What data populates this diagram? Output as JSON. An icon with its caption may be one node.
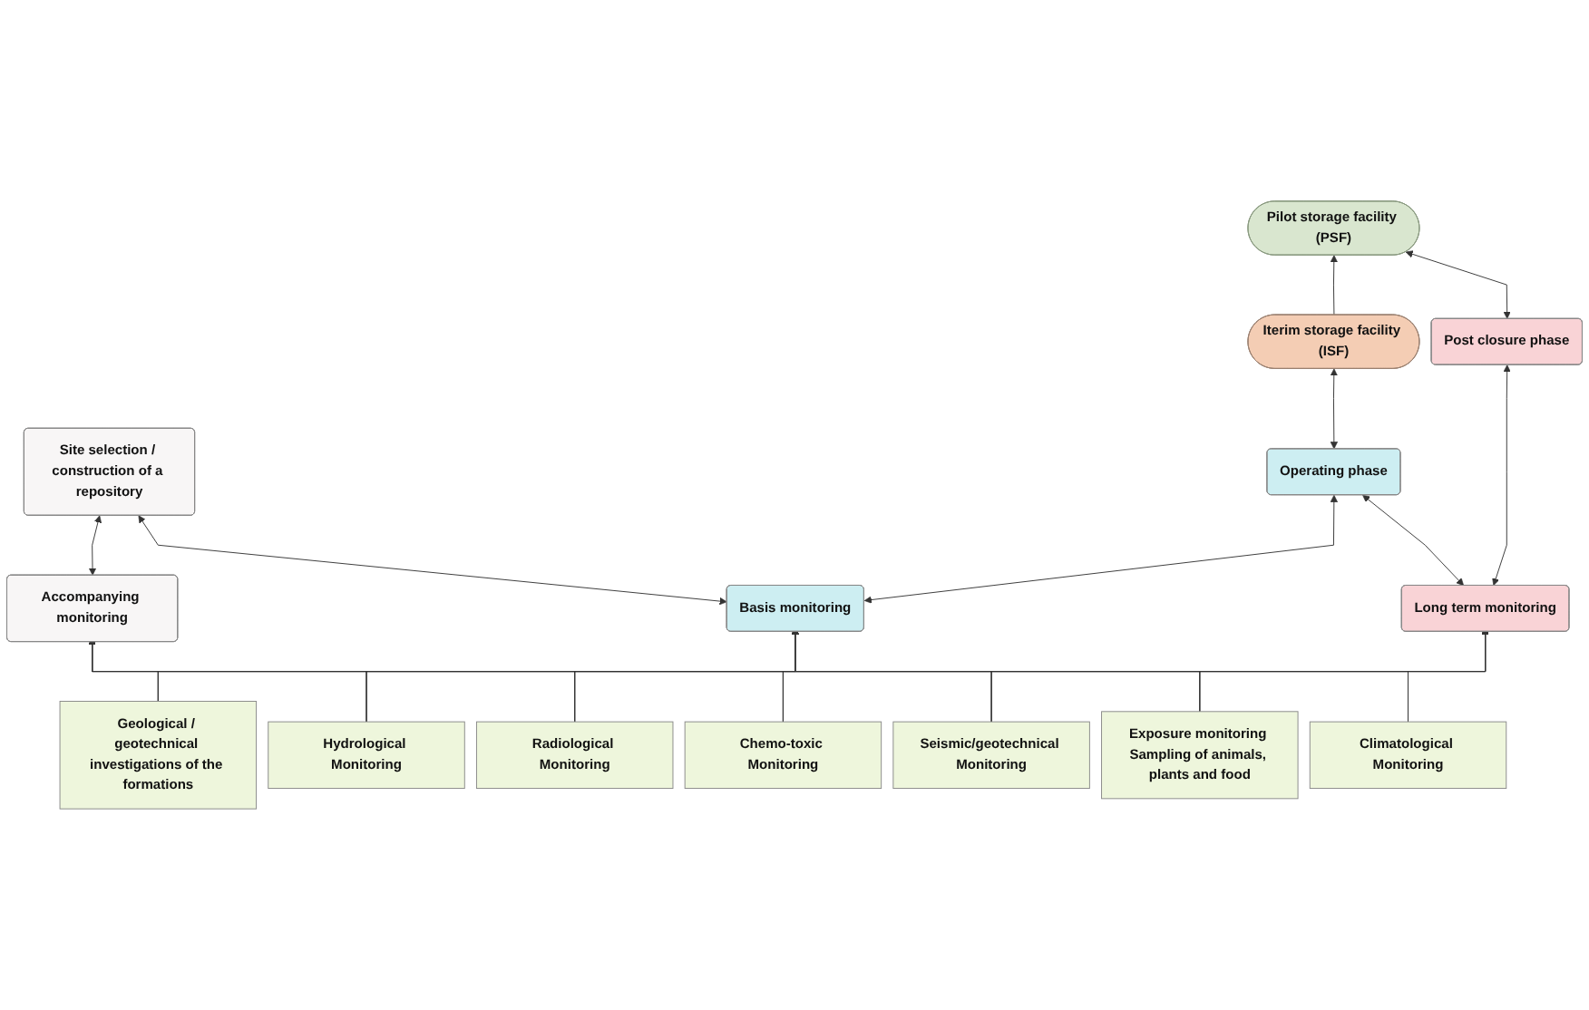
{
  "diagram": {
    "nodes": [
      {
        "text": [
          "Iterim storage facility (ISF)"
        ]
      },
      {
        "text": [
          "Pilot storage facility (PSF)"
        ]
      },
      {
        "text": [
          "Site selection / construction of a repository"
        ]
      },
      {
        "text": [
          "Operating phase"
        ]
      },
      {
        "text": [
          "Post closure phase"
        ]
      },
      {
        "text": [
          "Accompanying monitoring"
        ]
      },
      {
        "text": [
          "Basis monitoring"
        ]
      },
      {
        "text": [
          "Long term monitoring"
        ]
      },
      {
        "text": [
          "Geological / geotechnical investigations of the formations"
        ]
      },
      {
        "text": [
          "Hydrological Monitoring"
        ]
      },
      {
        "text": [
          "Radiological Monitoring"
        ]
      },
      {
        "text": [
          "Chemo-toxic Monitoring"
        ]
      },
      {
        "text": [
          "Seismic/geotechnical Monitoring"
        ]
      },
      {
        "text": [
          "Exposure monitoring Sampling of animals, plants and food"
        ]
      },
      {
        "text": [
          "Climatological Monitoring"
        ]
      }
    ],
    "edges": [
      {
        "from": 0,
        "to": 1,
        "arrow": "to"
      },
      {
        "from": 0,
        "to": 3,
        "arrow": "both"
      },
      {
        "from": 1,
        "to": 4,
        "arrow": "both"
      },
      {
        "from": 2,
        "to": 5,
        "arrow": "both"
      },
      {
        "from": 2,
        "to": 6,
        "arrow": "both"
      },
      {
        "from": 3,
        "to": 6,
        "arrow": "both"
      },
      {
        "from": 3,
        "to": 7,
        "arrow": "both"
      },
      {
        "from": 4,
        "to": 7,
        "arrow": "both"
      },
      {
        "from": 8,
        "to": 5,
        "arrow": "to"
      },
      {
        "from": 8,
        "to": 6,
        "arrow": "to"
      },
      {
        "from": 8,
        "to": 7,
        "arrow": "to"
      },
      {
        "from": 9,
        "to": 5,
        "arrow": "to"
      },
      {
        "from": 9,
        "to": 6,
        "arrow": "to"
      },
      {
        "from": 9,
        "to": 7,
        "arrow": "to"
      },
      {
        "from": 10,
        "to": 5,
        "arrow": "to"
      },
      {
        "from": 10,
        "to": 6,
        "arrow": "to"
      },
      {
        "from": 10,
        "to": 7,
        "arrow": "to"
      },
      {
        "from": 11,
        "to": 5,
        "arrow": "to"
      },
      {
        "from": 11,
        "to": 6,
        "arrow": "to"
      },
      {
        "from": 11,
        "to": 7,
        "arrow": "to"
      },
      {
        "from": 12,
        "to": 5,
        "arrow": "to"
      },
      {
        "from": 12,
        "to": 6,
        "arrow": "to"
      },
      {
        "from": 12,
        "to": 7,
        "arrow": "to"
      },
      {
        "from": 13,
        "to": 5,
        "arrow": "to"
      },
      {
        "from": 13,
        "to": 6,
        "arrow": "to"
      },
      {
        "from": 13,
        "to": 7,
        "arrow": "to"
      },
      {
        "from": 14,
        "to": 5,
        "arrow": "to"
      },
      {
        "from": 14,
        "to": 6,
        "arrow": "to"
      },
      {
        "from": 14,
        "to": 7,
        "arrow": "to"
      }
    ]
  }
}
